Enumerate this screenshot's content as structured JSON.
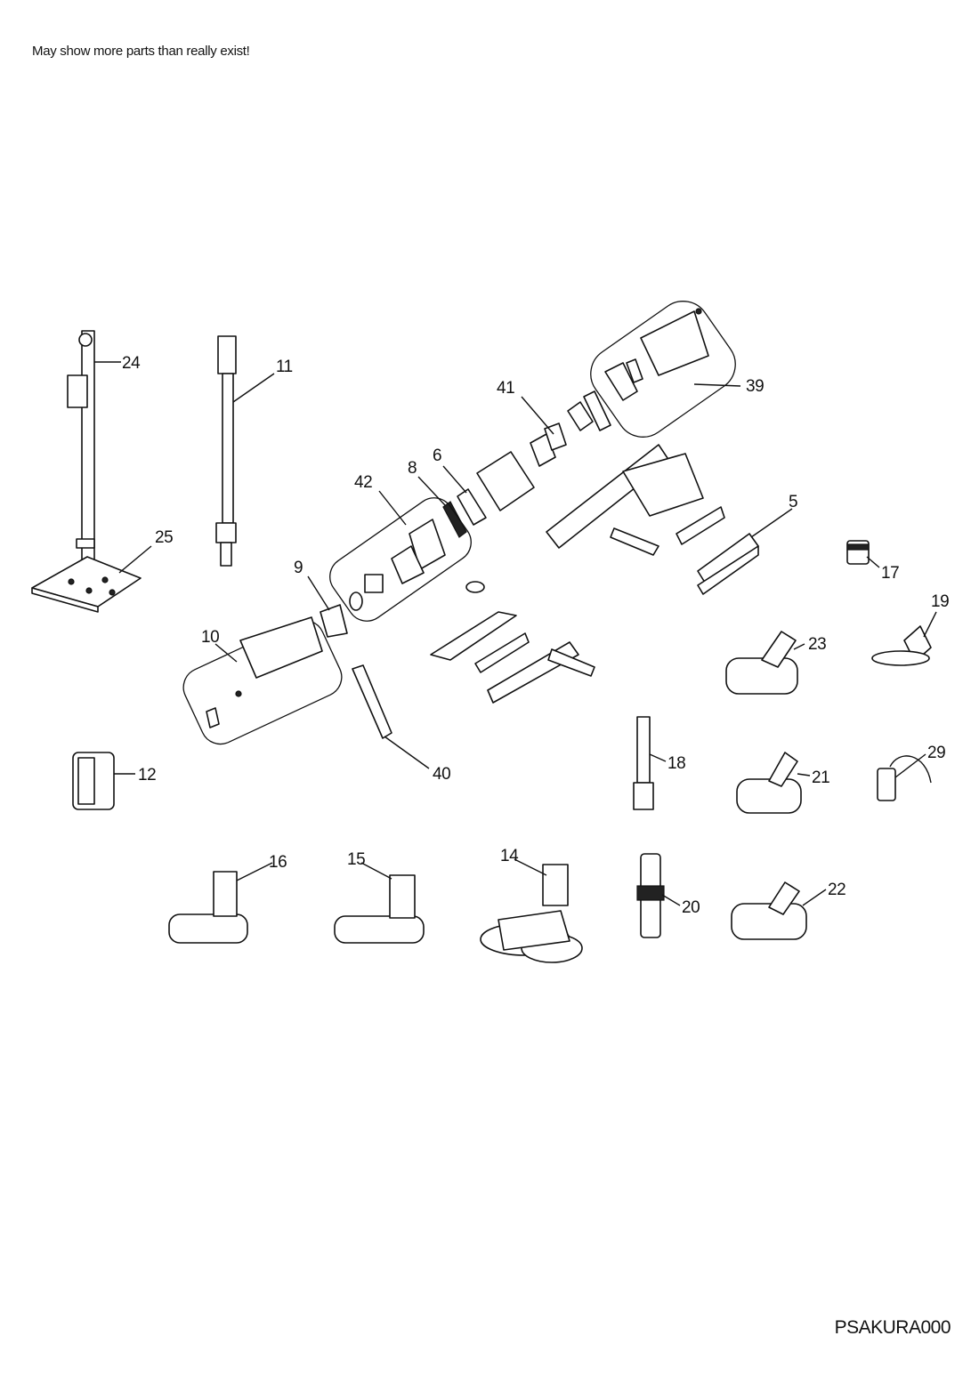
{
  "header_note": "May show more parts than really exist!",
  "diagram_code": "PSAKURA000",
  "callouts": [
    "24",
    "11",
    "39",
    "41",
    "6",
    "8",
    "42",
    "5",
    "9",
    "17",
    "19",
    "10",
    "23",
    "40",
    "12",
    "18",
    "21",
    "29",
    "16",
    "15",
    "14",
    "20",
    "22",
    "25"
  ]
}
